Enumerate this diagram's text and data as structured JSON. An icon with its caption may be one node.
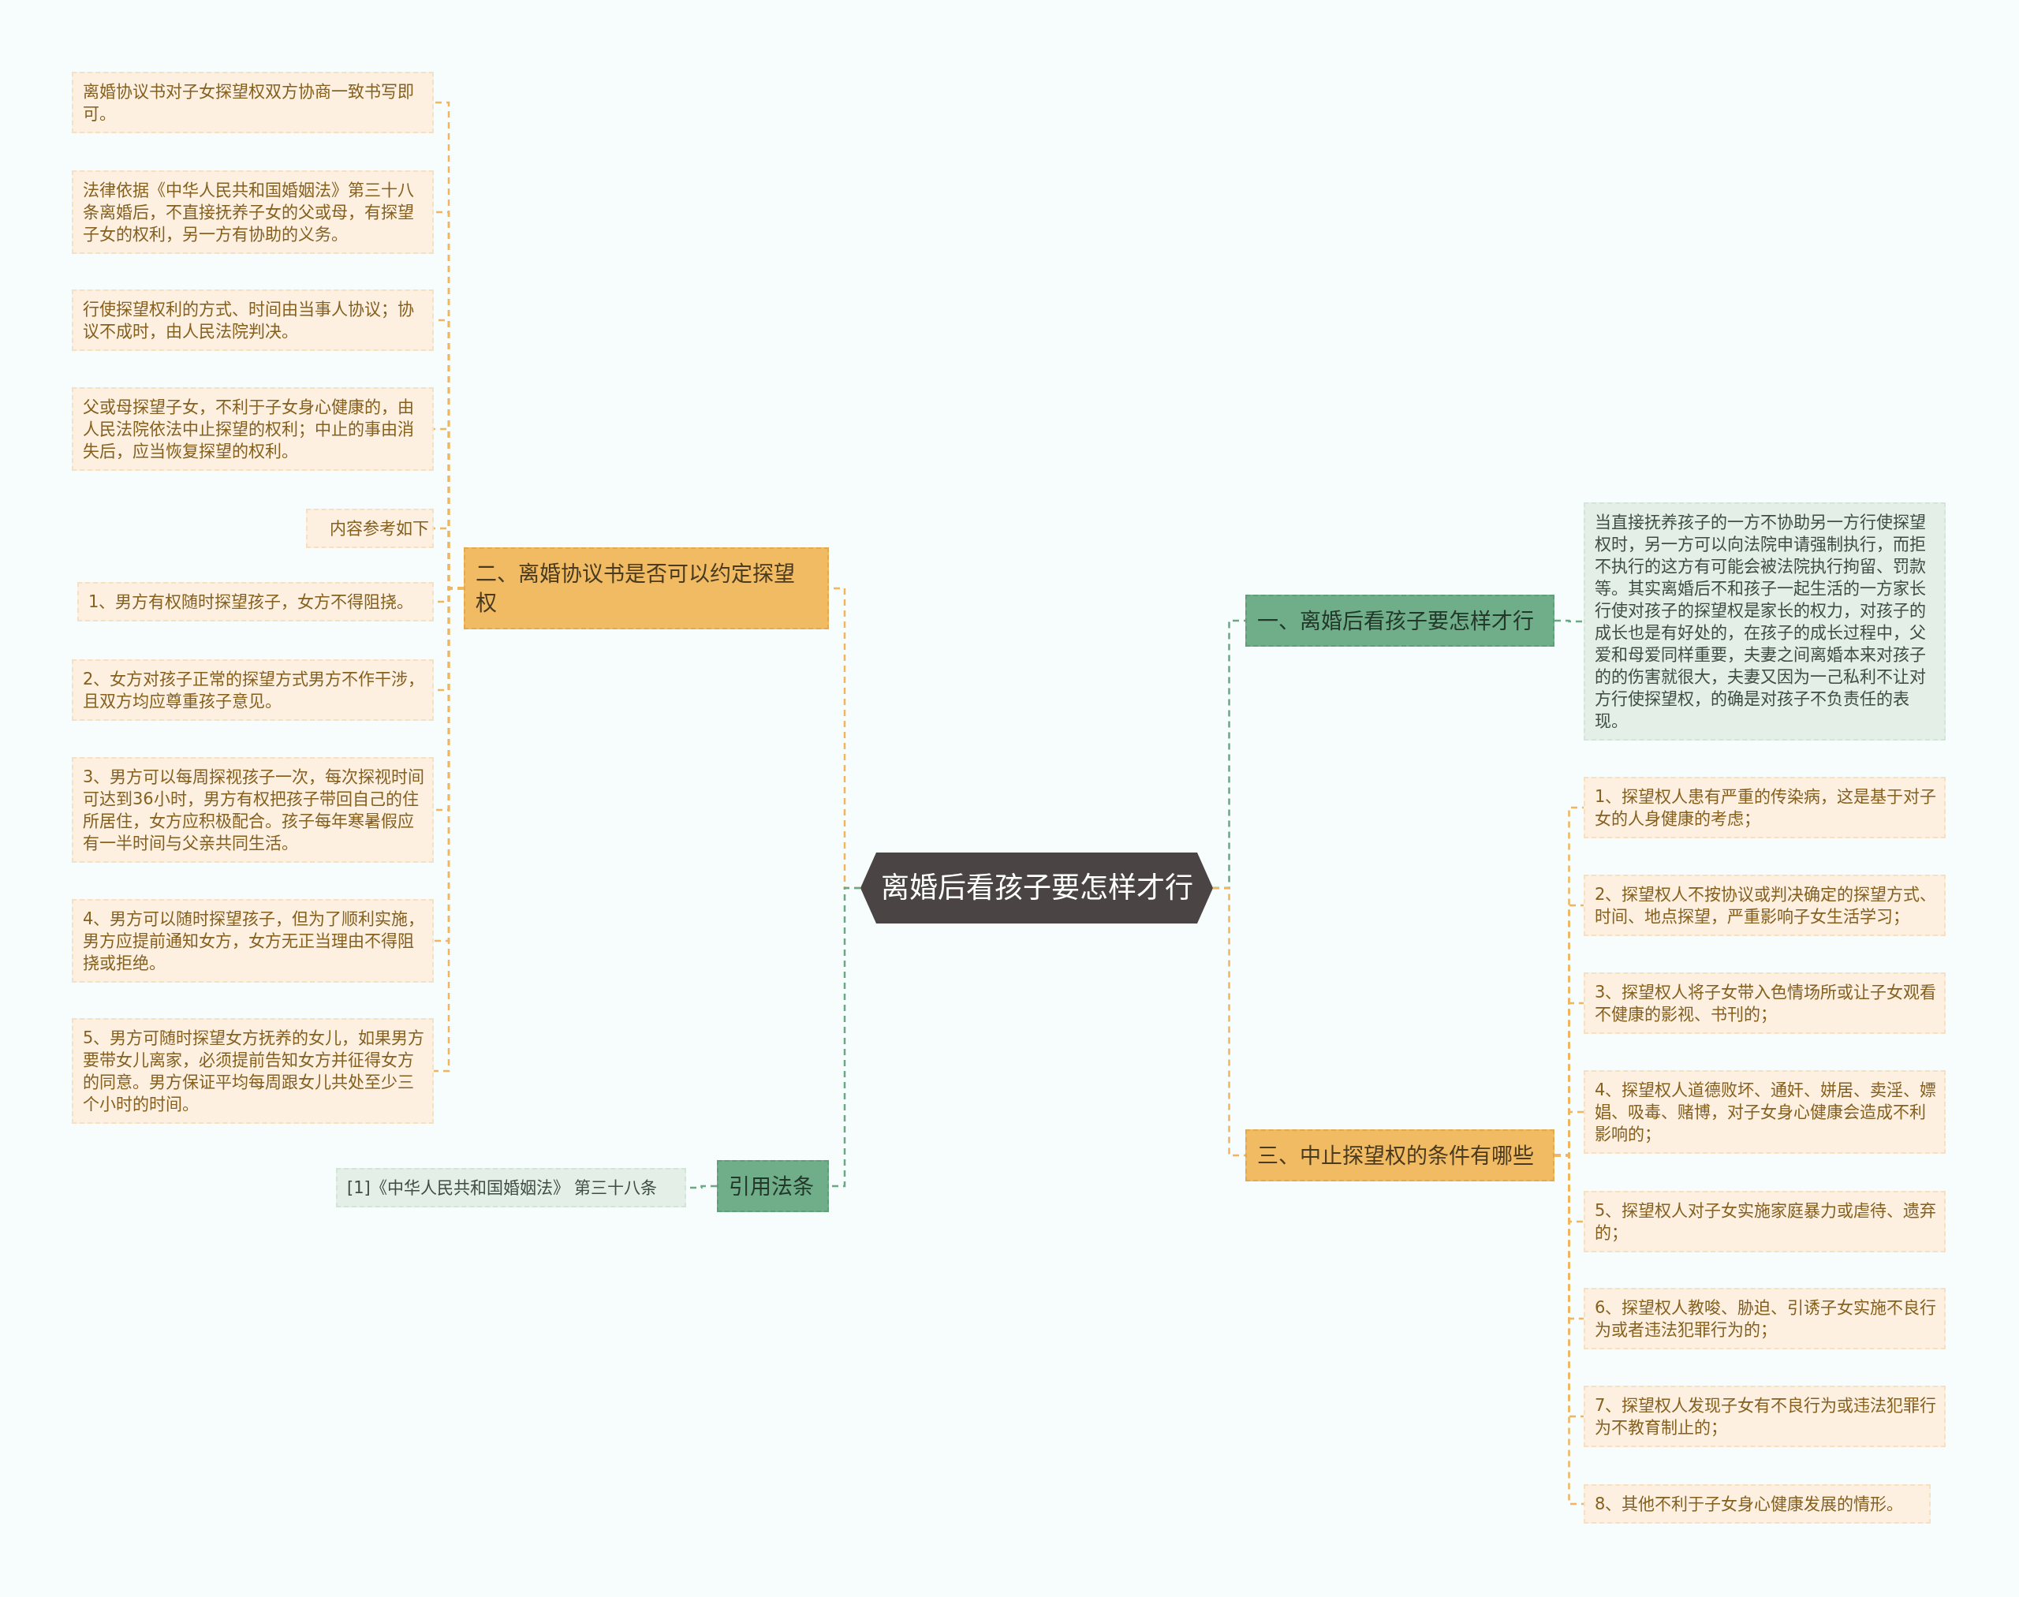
{
  "diagram": {
    "nodes": [
      {
        "text": [
          "离婚后看孩子要怎样才行"
        ]
      },
      {
        "text": [
          "一、离婚后看孩子要怎样才行"
        ]
      },
      {
        "text": [
          "当直接抚养孩子的一方不协助另一方行使探望权时，另一方可以向法院申请强制执行，而拒不执行的这方有可能会被法院执行拘留、罚款等。其实离婚后不和孩子一起生活的一方家长行使对孩子的探望权是家长的权力，对孩子的成长也是有好处的，在孩子的成长过程中，父爱和母爱同样重要，夫妻之间离婚本来对孩子的的伤害就很大，夫妻又因为一己私利不让对方行使探望权，的确是对孩子不负责任的表现。"
        ]
      },
      {
        "text": [
          "二、离婚协议书是否可以约定探望权"
        ]
      },
      {
        "text": [
          "离婚协议书对子女探望权双方协商一致书写即可。"
        ]
      },
      {
        "text": [
          "法律依据《中华人民共和国婚姻法》第三十八条离婚后，不直接抚养子女的父或母，有探望子女的权利，另一方有协助的义务。"
        ]
      },
      {
        "text": [
          "行使探望权利的方式、时间由当事人协议；协议不成时，由人民法院判决。"
        ]
      },
      {
        "text": [
          "父或母探望子女，不利于子女身心健康的，由人民法院依法中止探望的权利；中止的事由消失后，应当恢复探望的权利。"
        ]
      },
      {
        "text": [
          "内容参考如下"
        ]
      },
      {
        "text": [
          "1、男方有权随时探望孩子，女方不得阻挠。"
        ]
      },
      {
        "text": [
          "2、女方对孩子正常的探望方式男方不作干涉，且双方均应尊重孩子意见。"
        ]
      },
      {
        "text": [
          "3、男方可以每周探视孩子一次，每次探视时间可达到36小时，男方有权把孩子带回自己的住所居住，女方应积极配合。孩子每年寒暑假应有一半时间与父亲共同生活。"
        ]
      },
      {
        "text": [
          "4、男方可以随时探望孩子，但为了顺利实施，男方应提前通知女方，女方无正当理由不得阻挠或拒绝。"
        ]
      },
      {
        "text": [
          "5、男方可随时探望女方抚养的女儿，如果男方要带女儿离家，必须提前告知女方并征得女方的同意。男方保证平均每周跟女儿共处至少三个小时的时间。"
        ]
      },
      {
        "text": [
          "三、中止探望权的条件有哪些"
        ]
      },
      {
        "text": [
          "1、探望权人患有严重的传染病，这是基于对子女的人身健康的考虑；"
        ]
      },
      {
        "text": [
          "2、探望权人不按协议或判决确定的探望方式、时间、地点探望，严重影响子女生活学习；"
        ]
      },
      {
        "text": [
          "3、探望权人将子女带入色情场所或让子女观看不健康的影视、书刊的；"
        ]
      },
      {
        "text": [
          "4、探望权人道德败坏、通奸、姘居、卖淫、嫖娼、吸毒、赌博，对子女身心健康会造成不利影响的；"
        ]
      },
      {
        "text": [
          "5、探望权人对子女实施家庭暴力或虐待、遗弃的；"
        ]
      },
      {
        "text": [
          "6、探望权人教唆、胁迫、引诱子女实施不良行为或者违法犯罪行为的；"
        ]
      },
      {
        "text": [
          "7、探望权人发现子女有不良行为或违法犯罪行为不教育制止的；"
        ]
      },
      {
        "text": [
          "8、其他不利于子女身心健康发展的情形。"
        ]
      },
      {
        "text": [
          "引用法条"
        ]
      },
      {
        "text": [
          "[1]《中华人民共和国婚姻法》 第三十八条"
        ]
      }
    ],
    "edges": [
      {
        "from": 0,
        "to": 1,
        "arrow": "none",
        "style": "dashed",
        "color": "#6aa884"
      },
      {
        "from": 1,
        "to": 2,
        "arrow": "none",
        "style": "dashed",
        "color": "#6aa884"
      },
      {
        "from": 0,
        "to": 3,
        "arrow": "none",
        "style": "dashed"
      },
      {
        "from": 3,
        "to": 4,
        "arrow": "none",
        "style": "dashed"
      },
      {
        "from": 3,
        "to": 5,
        "arrow": "none",
        "style": "dashed"
      },
      {
        "from": 3,
        "to": 6,
        "arrow": "none",
        "style": "dashed"
      },
      {
        "from": 3,
        "to": 7,
        "arrow": "none",
        "style": "dashed"
      },
      {
        "from": 3,
        "to": 8,
        "arrow": "none",
        "style": "dashed"
      },
      {
        "from": 3,
        "to": 9,
        "arrow": "none",
        "style": "dashed"
      },
      {
        "from": 3,
        "to": 10,
        "arrow": "none",
        "style": "dashed"
      },
      {
        "from": 3,
        "to": 11,
        "arrow": "none",
        "style": "dashed"
      },
      {
        "from": 3,
        "to": 12,
        "arrow": "none",
        "style": "dashed"
      },
      {
        "from": 3,
        "to": 13,
        "arrow": "none",
        "style": "dashed"
      },
      {
        "from": 0,
        "to": 14,
        "arrow": "none",
        "style": "dashed"
      },
      {
        "from": 14,
        "to": 15,
        "arrow": "none",
        "style": "dashed"
      },
      {
        "from": 14,
        "to": 16,
        "arrow": "none",
        "style": "dashed"
      },
      {
        "from": 14,
        "to": 17,
        "arrow": "none",
        "style": "dashed"
      },
      {
        "from": 14,
        "to": 18,
        "arrow": "none",
        "style": "dashed"
      },
      {
        "from": 14,
        "to": 19,
        "arrow": "none",
        "style": "dashed"
      },
      {
        "from": 14,
        "to": 20,
        "arrow": "none",
        "style": "dashed"
      },
      {
        "from": 14,
        "to": 21,
        "arrow": "none",
        "style": "dashed"
      },
      {
        "from": 14,
        "to": 22,
        "arrow": "none",
        "style": "dashed"
      },
      {
        "from": 0,
        "to": 23,
        "arrow": "none",
        "style": "dashed",
        "color": "#6aa884"
      },
      {
        "from": 23,
        "to": 24,
        "arrow": "none",
        "style": "dashed",
        "color": "#6aa884"
      }
    ]
  }
}
